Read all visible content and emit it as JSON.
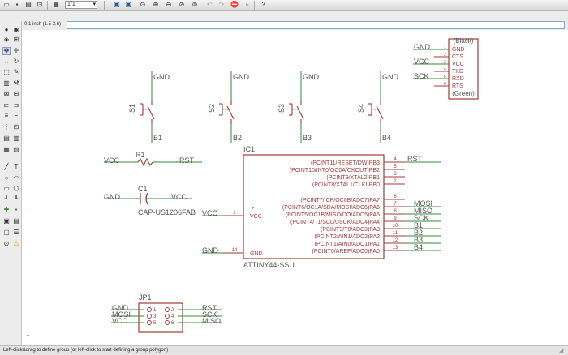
{
  "toolbar": {
    "page_value": "1/1",
    "icons": [
      "open-icon",
      "save-icon",
      "print-icon",
      "cam-icon",
      "board-icon",
      "page-select-icon",
      "script-icon",
      "run-icon",
      "zoom-fit-icon",
      "zoom-in-icon",
      "zoom-out-icon",
      "zoom-select-icon",
      "zoom-redraw-icon",
      "undo-icon",
      "redo-icon",
      "stop-icon",
      "go-icon",
      "help-icon"
    ]
  },
  "coordinate_bar": {
    "readout": "0.1 inch (1.5 3.6)",
    "command_value": ""
  },
  "status_bar": {
    "message": "Left-click&drag to define group (or left-click to start defining a group polygon)"
  },
  "schematic": {
    "header": {
      "pins": [
        {
          "num": "1",
          "name": "GND"
        },
        {
          "num": "2",
          "name": "CTS"
        },
        {
          "num": "3",
          "name": "VCC"
        },
        {
          "num": "4",
          "name": "TXD"
        },
        {
          "num": "5",
          "name": "RXD"
        },
        {
          "num": "6",
          "name": "RTS"
        }
      ],
      "top_label": "(Black)",
      "bottom_label": "(Green)",
      "nets": [
        "GND",
        "VCC",
        "SCK"
      ]
    },
    "switches": [
      {
        "name": "S1",
        "top_net": "GND",
        "bottom_net": "B1"
      },
      {
        "name": "S2",
        "top_net": "GND",
        "bottom_net": "B2"
      },
      {
        "name": "S3",
        "top_net": "GND",
        "bottom_net": "B3"
      },
      {
        "name": "S4",
        "top_net": "GND",
        "bottom_net": "B4"
      }
    ],
    "resistor": {
      "name": "R1",
      "left_net": "VCC",
      "right_net": "RST"
    },
    "capacitor": {
      "name": "C1",
      "value": "CAP-US1206FAB",
      "left_net": "GND",
      "right_net": "VCC"
    },
    "ic": {
      "name": "IC1",
      "value": "ATTINY44-SSU",
      "left_pins": [
        {
          "num": "1",
          "name": "VCC",
          "net": "VCC"
        },
        {
          "num": "14",
          "name": "GND",
          "net": "GND"
        }
      ],
      "right_pins": [
        {
          "num": "4",
          "name": "(PCINT11/RESET/DW)PB3",
          "net": "RST"
        },
        {
          "num": "5",
          "name": "(PCINT10/INT0/OC0A/CKOUT)PB2",
          "net": ""
        },
        {
          "num": "3",
          "name": "(PCINT9/XTAL2)PB1",
          "net": ""
        },
        {
          "num": "2",
          "name": "(PCINT8/XTAL1/CLKI)PB0",
          "net": ""
        },
        {
          "num": "6",
          "name": "(PCINT7/ICP/OC0B/ADC7)PA7",
          "net": ""
        },
        {
          "num": "7",
          "name": "(PCINT6/OC1A/SDA/MOSI/ADC6)PA6",
          "net": "MOSI"
        },
        {
          "num": "8",
          "name": "(PCINT5/OC1B/MISO/DO/ADC5)PA5",
          "net": "MISO"
        },
        {
          "num": "9",
          "name": "(PCINT4/T1/SCL/USCK/ADC4)PA4",
          "net": "SCK"
        },
        {
          "num": "10",
          "name": "(PCINT3/T0/ADC3)PA3",
          "net": "B1"
        },
        {
          "num": "11",
          "name": "(PCINT2/AIN1/ADC2)PA2",
          "net": "B2"
        },
        {
          "num": "12",
          "name": "(PCINT1/AIN0/ADC1)PA1",
          "net": "B3"
        },
        {
          "num": "13",
          "name": "(PCINT0/AREF/ADC0)PA0",
          "net": "B4"
        }
      ]
    },
    "jumper": {
      "name": "JP1",
      "left_nets": [
        "GND",
        "MOSI",
        "VCC"
      ],
      "right_nets": [
        "RST",
        "SCK",
        "MISO"
      ],
      "pin_numbers": [
        "1",
        "2",
        "3",
        "4",
        "5",
        "6"
      ]
    },
    "colors": {
      "net": "#3a8a3a",
      "outline": "#a33a3a",
      "pin_text": "#a33a3a",
      "label": "#555555"
    }
  }
}
